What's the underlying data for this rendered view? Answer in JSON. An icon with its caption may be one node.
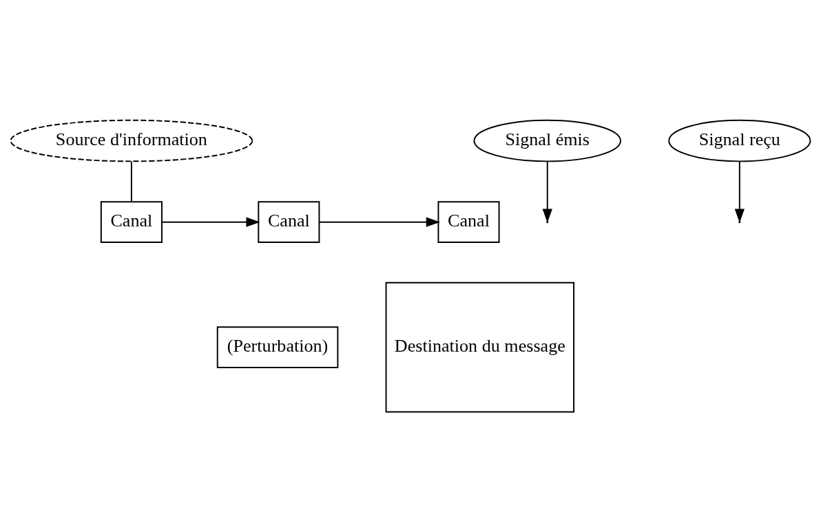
{
  "diagram": {
    "nodes": [
      {
        "text": [
          "Source d'information"
        ]
      },
      {
        "text": [
          "Signal émis"
        ]
      },
      {
        "text": [
          "Signal reçu"
        ]
      },
      {
        "text": [
          "Canal"
        ]
      },
      {
        "text": [
          "Canal"
        ]
      },
      {
        "text": [
          "Canal"
        ]
      },
      {
        "text": [
          "(Perturbation)"
        ]
      },
      {
        "text": [
          "Destination du message"
        ]
      }
    ],
    "edges": [
      {
        "from": 0,
        "to": 3,
        "arrow": "none"
      },
      {
        "from": 3,
        "to": 4,
        "arrow": "to"
      },
      {
        "from": 4,
        "to": 5,
        "arrow": "to"
      },
      {
        "from": 1,
        "to": null,
        "arrow": "to"
      },
      {
        "from": 2,
        "to": null,
        "arrow": "to"
      }
    ]
  }
}
